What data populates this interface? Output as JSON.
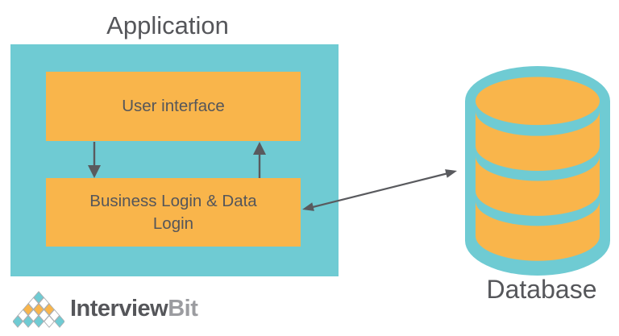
{
  "colors": {
    "teal": "#6FCBD3",
    "orange": "#F9B54B",
    "text_dark": "#55565A",
    "text_light": "#9B9CA0",
    "arrow": "#595A5E",
    "white": "#FFFFFF"
  },
  "diagram": {
    "title": "Application",
    "app_box": {
      "components": {
        "ui": "User interface",
        "business": "Business Login & Data Login"
      }
    },
    "database_label": "Database",
    "arrows": [
      {
        "name": "ui-to-business",
        "direction": "down"
      },
      {
        "name": "business-to-ui",
        "direction": "up"
      },
      {
        "name": "business-to-database",
        "direction": "bidirectional"
      }
    ]
  },
  "logo": {
    "text_primary": "Interview",
    "text_secondary": "Bit",
    "mark_rows": [
      [
        "teal"
      ],
      [
        "white",
        "white"
      ],
      [
        "orange",
        "orange",
        "orange"
      ],
      [
        "white",
        "white",
        "white",
        "white"
      ],
      [
        "teal",
        "teal",
        "teal",
        "white",
        "teal"
      ]
    ]
  }
}
